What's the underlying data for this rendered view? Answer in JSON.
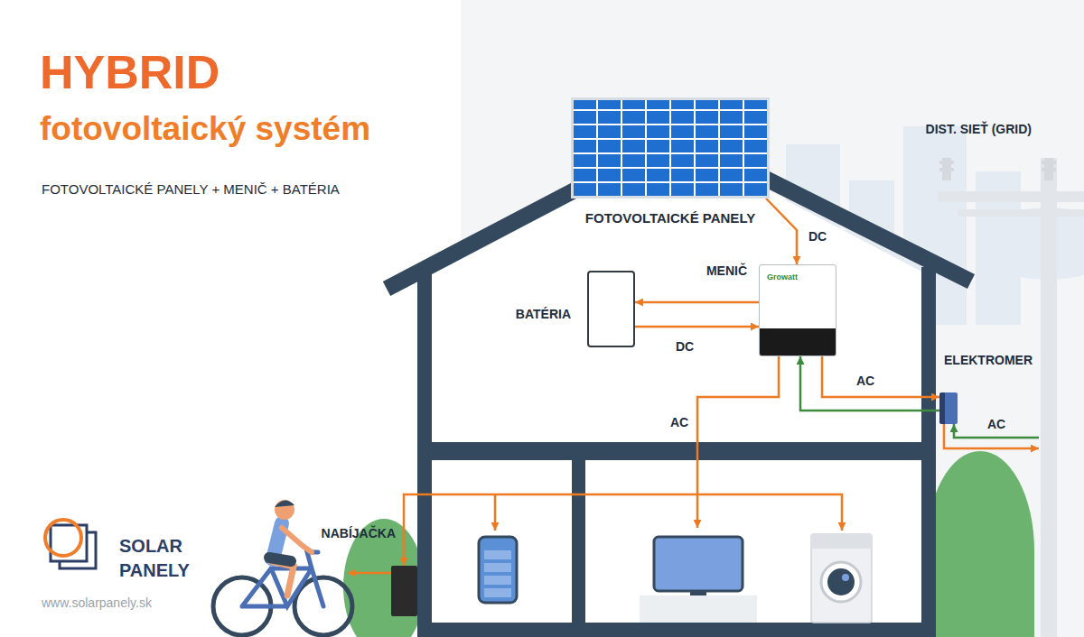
{
  "diagram": {
    "title": "HYBRID",
    "nodes": [
      {
        "text": [
          "FOTOVOLTAICKÉ PANELY"
        ]
      },
      {
        "text": [
          "MENIČ",
          "Growatt"
        ]
      },
      {
        "text": [
          "BATÉRIA"
        ]
      },
      {
        "text": [
          "ELEKTROMER"
        ]
      },
      {
        "text": [
          "DIST. SIEŤ (GRID)"
        ]
      },
      {
        "text": [
          "NABÍJAČKA"
        ]
      }
    ],
    "edges": [
      {
        "from": 0,
        "to": 1,
        "arrow": "to",
        "label": "DC"
      },
      {
        "from": 1,
        "to": 2,
        "arrow": "to"
      },
      {
        "from": 2,
        "to": 1,
        "arrow": "to",
        "label": "DC"
      },
      {
        "from": 1,
        "to": 3,
        "arrow": "to",
        "label": "AC"
      },
      {
        "from": 3,
        "to": 1,
        "arrow": "to"
      },
      {
        "from": 3,
        "to": 4,
        "arrow": "to",
        "label": "AC"
      },
      {
        "from": 4,
        "to": 3,
        "arrow": "to"
      },
      {
        "from": 1,
        "to": 5,
        "arrow": "to",
        "label": "AC"
      }
    ],
    "labels": [
      "fotovoltaický systém",
      "FOTOVOLTAICKÉ PANELY + MENIČ + BATÉRIA",
      "SOLAR PANELY",
      "www.solarpanely.sk"
    ]
  }
}
